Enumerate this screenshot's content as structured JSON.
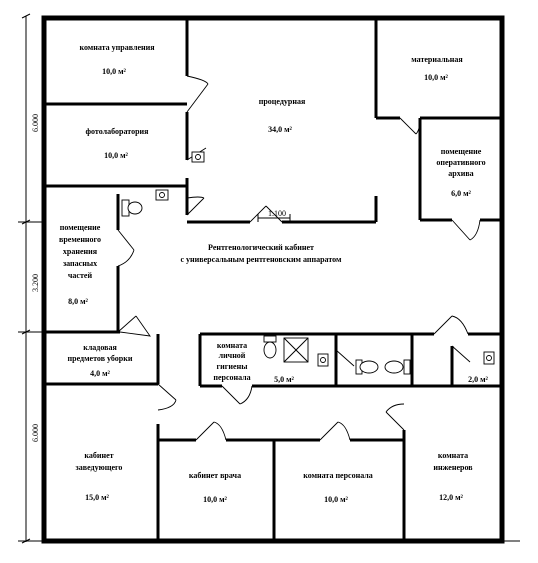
{
  "rooms": {
    "control": {
      "name": "комната управления",
      "area": "10,0 м²"
    },
    "photolab": {
      "name": "фотолаборатория",
      "area": "10,0 м²"
    },
    "procedure": {
      "name": "процедурная",
      "area": "34,0 м²"
    },
    "materials": {
      "name": "материальная",
      "area": "10,0 м²"
    },
    "archive": {
      "name": [
        "помещение",
        "оперативного",
        "архива"
      ],
      "area": "6,0 м²"
    },
    "storage": {
      "name": [
        "помещение",
        "временного",
        "хранения",
        "запасных",
        "частей"
      ],
      "area": "8,0 м²"
    },
    "corridor": {
      "name": [
        "Рентгенологический кабинет",
        "с универсальным рентгеновским аппаратом"
      ]
    },
    "cleaning": {
      "name": [
        "кладовая",
        "предметов уборки"
      ],
      "area": "4,0 м²"
    },
    "hygiene": {
      "name": [
        "комната",
        "личной",
        "гигиены",
        "персонала"
      ],
      "area": "5,0 м²"
    },
    "wc": {
      "area": "2,0 м²"
    },
    "head": {
      "name": [
        "кабинет",
        "заведующего"
      ],
      "area": "15,0 м²"
    },
    "doctor": {
      "name": "кабинет врача",
      "area": "10,0 м²"
    },
    "staff": {
      "name": "комната персонала",
      "area": "10,0 м²"
    },
    "engineers": {
      "name": [
        "комната",
        "инженеров"
      ],
      "area": "12,0 м²"
    }
  },
  "dimensions": {
    "top": "6.000",
    "middle": "3.200",
    "bottom": "6.000",
    "door": "1.100"
  }
}
